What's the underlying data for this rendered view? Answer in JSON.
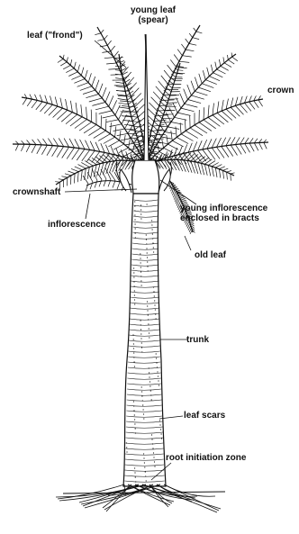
{
  "labels": {
    "young_leaf_line1": "young leaf",
    "young_leaf_line2": "(spear)",
    "leaf_frond": "leaf (\"frond\")",
    "crown": "crown",
    "crownshaft": "crownshaft",
    "young_inflorescence_line1": "young inflorescence",
    "young_inflorescence_line2": "enclosed in bracts",
    "inflorescence": "inflorescence",
    "old_leaf": "old leaf",
    "trunk": "trunk",
    "leaf_scars": "leaf scars",
    "root_initiation_zone": "root initiation zone"
  },
  "colors": {
    "ink": "#111111",
    "background": "#ffffff"
  }
}
